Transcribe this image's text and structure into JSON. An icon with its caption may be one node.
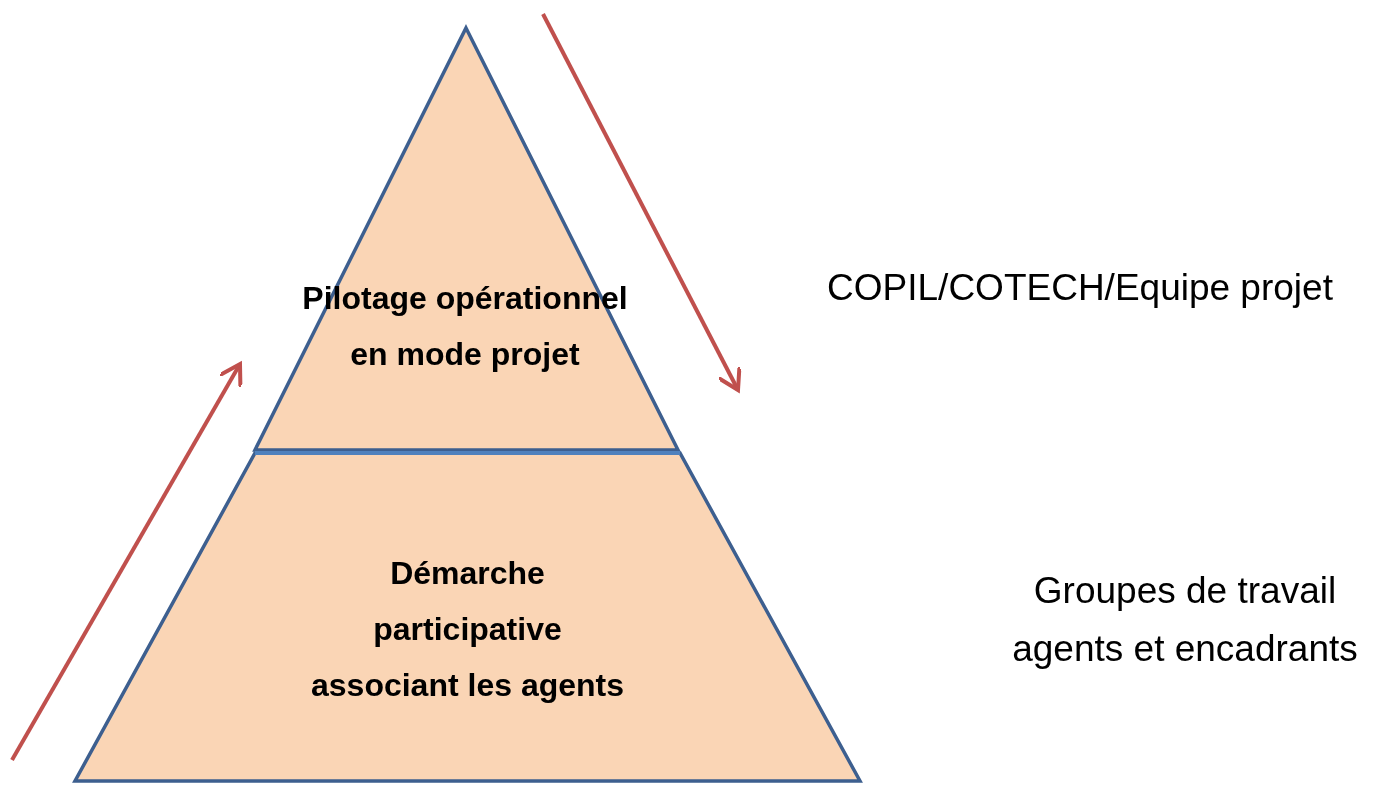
{
  "diagram": {
    "nodes": [
      {
        "text": [
          "Pilotage opérationnel en mode projet"
        ]
      },
      {
        "text": [
          "Démarche participative associant les agents"
        ]
      }
    ],
    "edges": [],
    "labels": [
      "COPIL/COTECH/Equipe projet",
      "Groupes de travail agents et encadrants"
    ]
  }
}
